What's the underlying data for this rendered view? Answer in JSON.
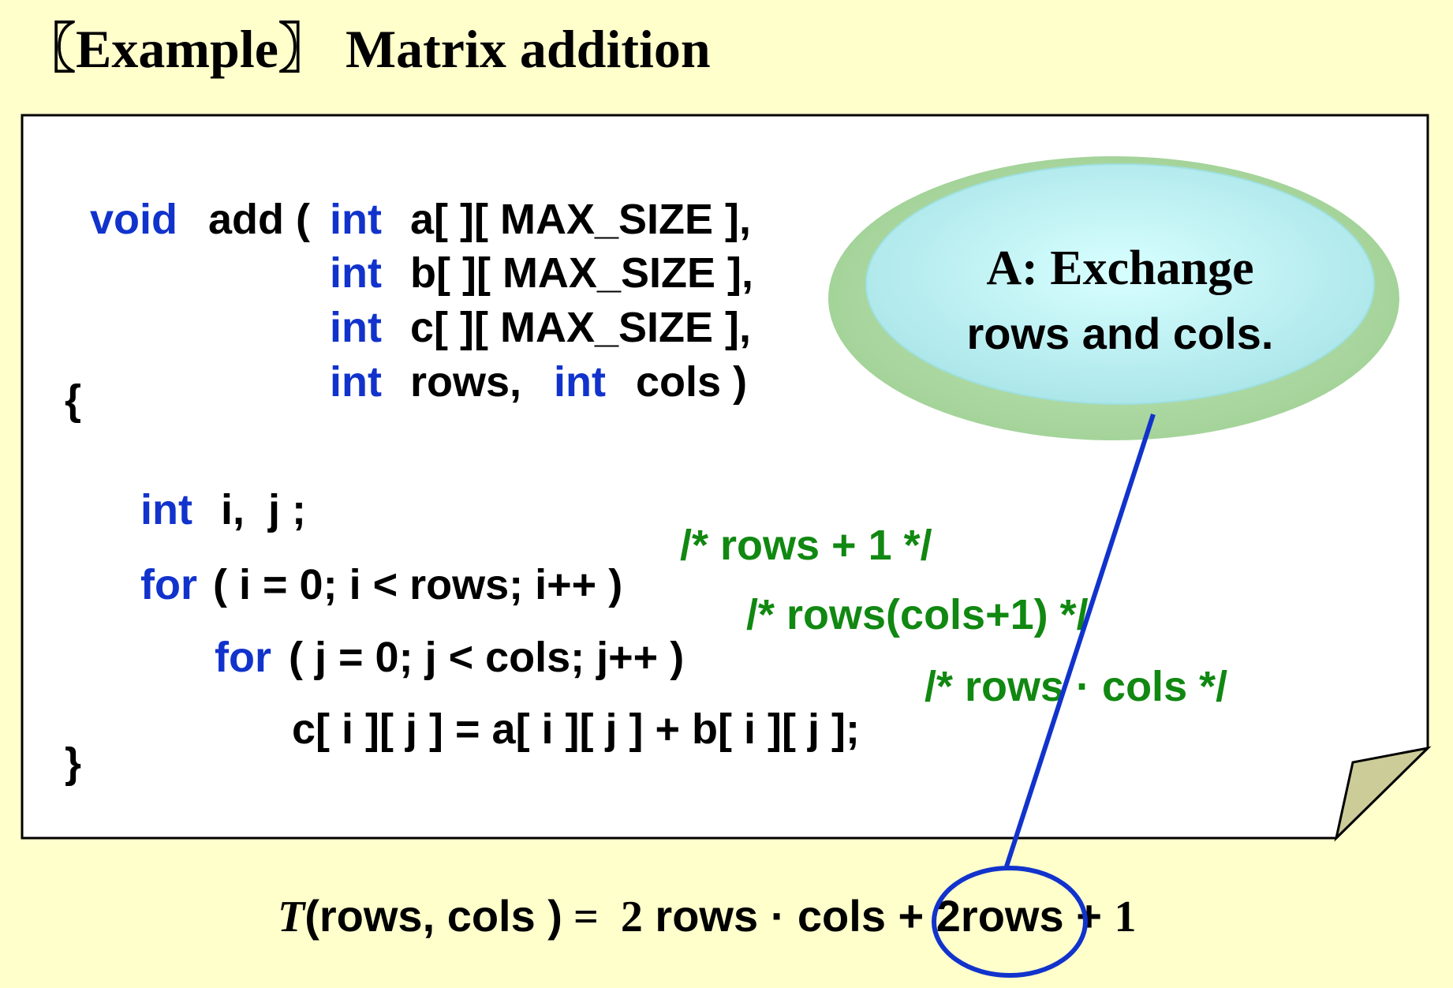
{
  "title": {
    "open_bracket": "〖",
    "example": "Example",
    "close_bracket": "〗",
    "topic": "Matrix addition"
  },
  "code": {
    "line1": {
      "kw1": "void",
      "t1": "add (",
      "kw2": "int",
      "t2": "a[ ][ MAX_SIZE ],"
    },
    "line2": {
      "kw": "int",
      "t": "b[ ][ MAX_SIZE ],"
    },
    "line3": {
      "kw": "int",
      "t": "c[ ][ MAX_SIZE ],"
    },
    "line4": {
      "kw1": "int",
      "t1": "rows,",
      "kw2": "int",
      "t2": "cols )"
    },
    "open_brace": "{",
    "line5": {
      "kw": "int",
      "t": "i,  j ;"
    },
    "line6": {
      "kw": "for",
      "t": "( i = 0; i < rows; i++ )",
      "comment": "/* rows + 1 */"
    },
    "line7": {
      "kw": "for",
      "t": "( j = 0; j < cols; j++ )",
      "comment": "/* rows(cols+1) */"
    },
    "line8": {
      "t": "c[ i ][ j ] = a[ i ][ j ] + b[ i ][ j ];",
      "comment": "/* rows · cols */"
    },
    "close_brace": "}"
  },
  "callout": {
    "line1": "A: Exchange",
    "line2": "rows and cols."
  },
  "formula": {
    "T": "T",
    "args": "(rows, cols )",
    "eq": " =  ",
    "two": "2",
    "term1": " rows · cols + ",
    "term2": "2rows",
    "plus": " + ",
    "one": "1"
  },
  "colors": {
    "background": "#FFFFCC",
    "keyword": "#1133CC",
    "comment": "#118811",
    "callout_outer": "#A8D8A0",
    "callout_inner": "#C8F4F4",
    "annotation": "#1133CC"
  }
}
